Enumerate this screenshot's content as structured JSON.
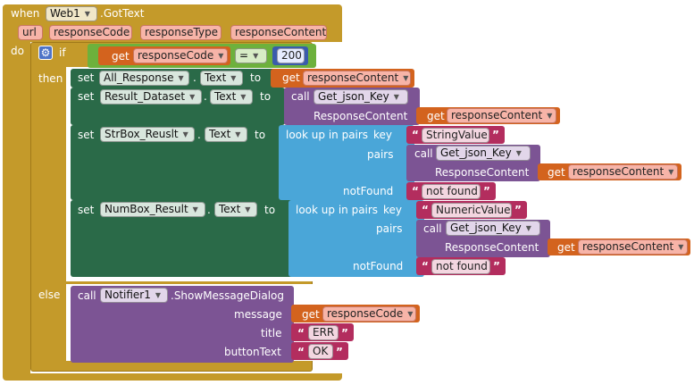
{
  "event": {
    "when_label": "when",
    "component": "Web1",
    "event_name": ".GotText",
    "params": [
      "url",
      "responseCode",
      "responseType",
      "responseContent"
    ],
    "do_label": "do"
  },
  "if_block": {
    "if_label": "if",
    "then_label": "then",
    "else_label": "else",
    "condition": {
      "get_label": "get",
      "variable": "responseCode",
      "operator": "=",
      "value": "200"
    }
  },
  "then_statements": [
    {
      "set_label": "set",
      "component": "All_Response",
      "property": "Text",
      "to_label": "to",
      "get_label": "get",
      "variable": "responseContent"
    },
    {
      "set_label": "set",
      "component": "Result_Dataset",
      "property": "Text",
      "to_label": "to",
      "call_label": "call",
      "procedure": "Get_json_Key",
      "arg_label": "ResponseContent",
      "get_label": "get",
      "variable": "responseContent"
    },
    {
      "set_label": "set",
      "component": "StrBox_Reuslt",
      "property": "Text",
      "to_label": "to",
      "lookup_label": "look up in pairs",
      "key_label": "key",
      "key_value": "StringValue",
      "pairs_label": "pairs",
      "call_label": "call",
      "procedure": "Get_json_Key",
      "arg_label": "ResponseContent",
      "get_label": "get",
      "variable": "responseContent",
      "notfound_label": "notFound",
      "notfound_value": "not found"
    },
    {
      "set_label": "set",
      "component": "NumBox_Result",
      "property": "Text",
      "to_label": "to",
      "lookup_label": "look up in pairs",
      "key_label": "key",
      "key_value": "NumericValue",
      "pairs_label": "pairs",
      "call_label": "call",
      "procedure": "Get_json_Key",
      "arg_label": "ResponseContent",
      "get_label": "get",
      "variable": "responseContent",
      "notfound_label": "notFound",
      "notfound_value": "not found"
    }
  ],
  "else_statement": {
    "call_label": "call",
    "component": "Notifier1",
    "method": ".ShowMessageDialog",
    "message_label": "message",
    "get_label": "get",
    "message_variable": "responseCode",
    "title_label": "title",
    "title_value": "ERR",
    "button_label": "buttonText",
    "button_value": "OK"
  },
  "colors": {
    "event": "#c49a2a",
    "compare": "#6db13c",
    "setter": "#2a6a48",
    "getter": "#d3631e",
    "procedure": "#7c5494",
    "lookup": "#4aa6d8",
    "text": "#b32d5e"
  }
}
